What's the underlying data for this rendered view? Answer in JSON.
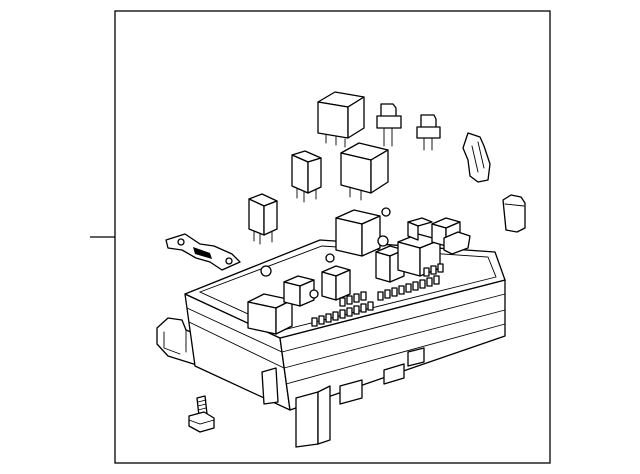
{
  "diagram": {
    "line_color": "#000000",
    "background": "#ffffff",
    "parts": [
      "relay-large-top",
      "mini-fuse",
      "mini-fuse",
      "fuse-puller",
      "relay-small",
      "relay-large",
      "relay-small",
      "cartridge-fuse",
      "mega-fuse-link",
      "fuse-relay-box",
      "mounting-bolt"
    ]
  }
}
